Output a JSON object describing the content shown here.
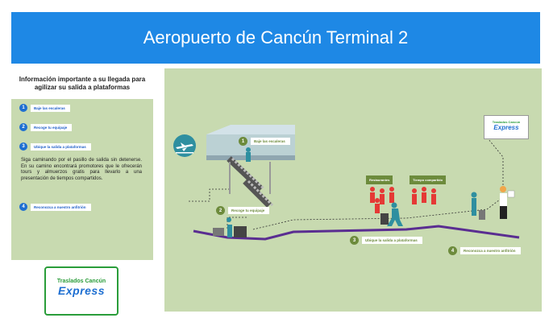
{
  "title": "Aeropuerto de Cancún Terminal 2",
  "left_heading": "Información importante a su llegada para agilizar su salida a plataformas",
  "steps": [
    {
      "num": "1",
      "label": "Baje las escaleras"
    },
    {
      "num": "2",
      "label": "Recoge tu equipaje"
    },
    {
      "num": "3",
      "label": "Ubique la salida a plataformas"
    },
    {
      "num": "4",
      "label": "Reconozca a nuestro anfitrión"
    }
  ],
  "step3_text": "Siga caminando por el pasillo de salida sin detenerse. En su camino encontrará promotores que le ofrecerán tours y almuerzos gratis para llevarlo a una presentación de tiempos compartidos.",
  "logo": {
    "top": "Traslados Cancún",
    "bottom": "Express"
  },
  "map": {
    "signs": {
      "left": "Restaurantes",
      "right": "Tiempo compartido"
    },
    "express_sign": {
      "top": "Traslados Cancún",
      "bottom": "Express"
    }
  },
  "colors": {
    "header": "#1e88e5",
    "panel": "#c8dab0",
    "step_badge": "#1e6fd1",
    "map_badge": "#6d8b3c",
    "path": "#5a2d91",
    "people": "#e53935"
  },
  "icons": [
    "airplane-icon",
    "escalator-icon",
    "luggage-icon",
    "person-icon"
  ]
}
